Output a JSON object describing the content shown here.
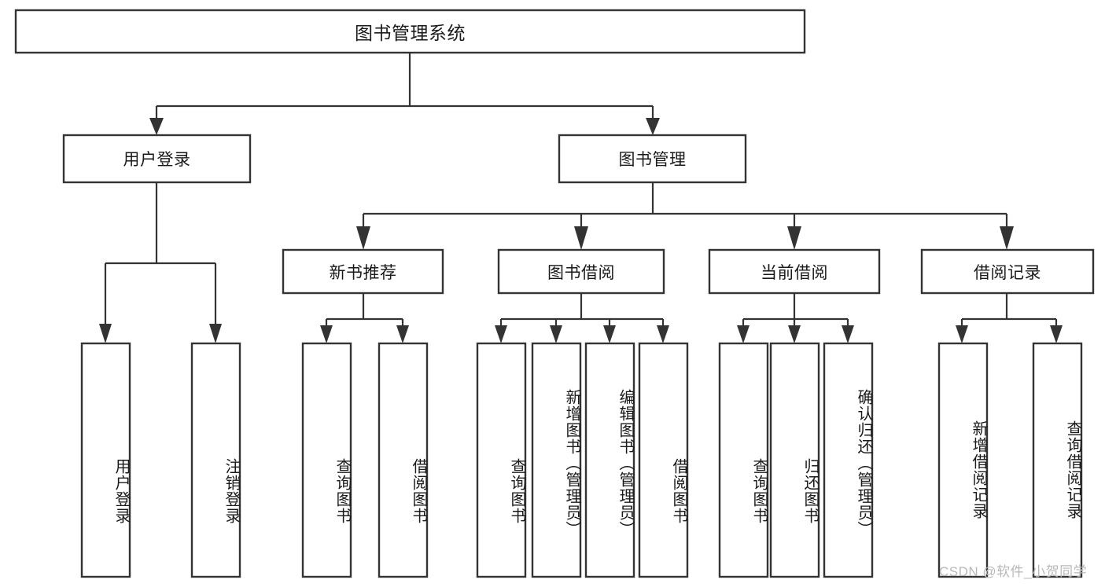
{
  "diagram": {
    "type": "tree-hierarchy",
    "title": "图书管理系统",
    "orientation": "top-down",
    "colors": {
      "box_stroke": "#333333",
      "box_fill": "#ffffff",
      "text": "#1a1a1a",
      "background": "#ffffff",
      "watermark": "#b8b8b8"
    },
    "root": {
      "id": "root",
      "label": "图书管理系统",
      "level": 0
    },
    "level1": [
      {
        "id": "user-login",
        "label": "用户登录",
        "level": 1
      },
      {
        "id": "book-management",
        "label": "图书管理",
        "level": 1
      }
    ],
    "level2": [
      {
        "id": "new-book-recommend",
        "label": "新书推荐",
        "level": 2,
        "parent": "book-management"
      },
      {
        "id": "book-borrow",
        "label": "图书借阅",
        "level": 2,
        "parent": "book-management"
      },
      {
        "id": "current-borrow",
        "label": "当前借阅",
        "level": 2,
        "parent": "book-management"
      },
      {
        "id": "borrow-record",
        "label": "借阅记录",
        "level": 2,
        "parent": "book-management"
      }
    ],
    "leaves": [
      {
        "id": "leaf-user-login",
        "label": "用户登录",
        "parent": "user-login"
      },
      {
        "id": "leaf-logout-login",
        "label": "注销登录",
        "parent": "user-login"
      },
      {
        "id": "leaf-query-book-1",
        "label": "查询图书",
        "parent": "new-book-recommend"
      },
      {
        "id": "leaf-borrow-book-1",
        "label": "借阅图书",
        "parent": "new-book-recommend"
      },
      {
        "id": "leaf-query-book-2",
        "label": "查询图书",
        "parent": "book-borrow"
      },
      {
        "id": "leaf-add-book",
        "label": "新增图书（管理员）",
        "parent": "book-borrow"
      },
      {
        "id": "leaf-edit-book",
        "label": "编辑图书（管理员）",
        "parent": "book-borrow"
      },
      {
        "id": "leaf-borrow-book-2",
        "label": "借阅图书",
        "parent": "book-borrow"
      },
      {
        "id": "leaf-query-book-3",
        "label": "查询图书",
        "parent": "current-borrow"
      },
      {
        "id": "leaf-return-book",
        "label": "归还图书",
        "parent": "current-borrow"
      },
      {
        "id": "leaf-confirm-return",
        "label": "确认归还（管理员）",
        "parent": "current-borrow"
      },
      {
        "id": "leaf-add-record",
        "label": "新增借阅记录",
        "parent": "borrow-record"
      },
      {
        "id": "leaf-query-record",
        "label": "查询借阅记录",
        "parent": "borrow-record"
      }
    ]
  },
  "watermark": {
    "text": "CSDN @软件_小贺同学"
  }
}
